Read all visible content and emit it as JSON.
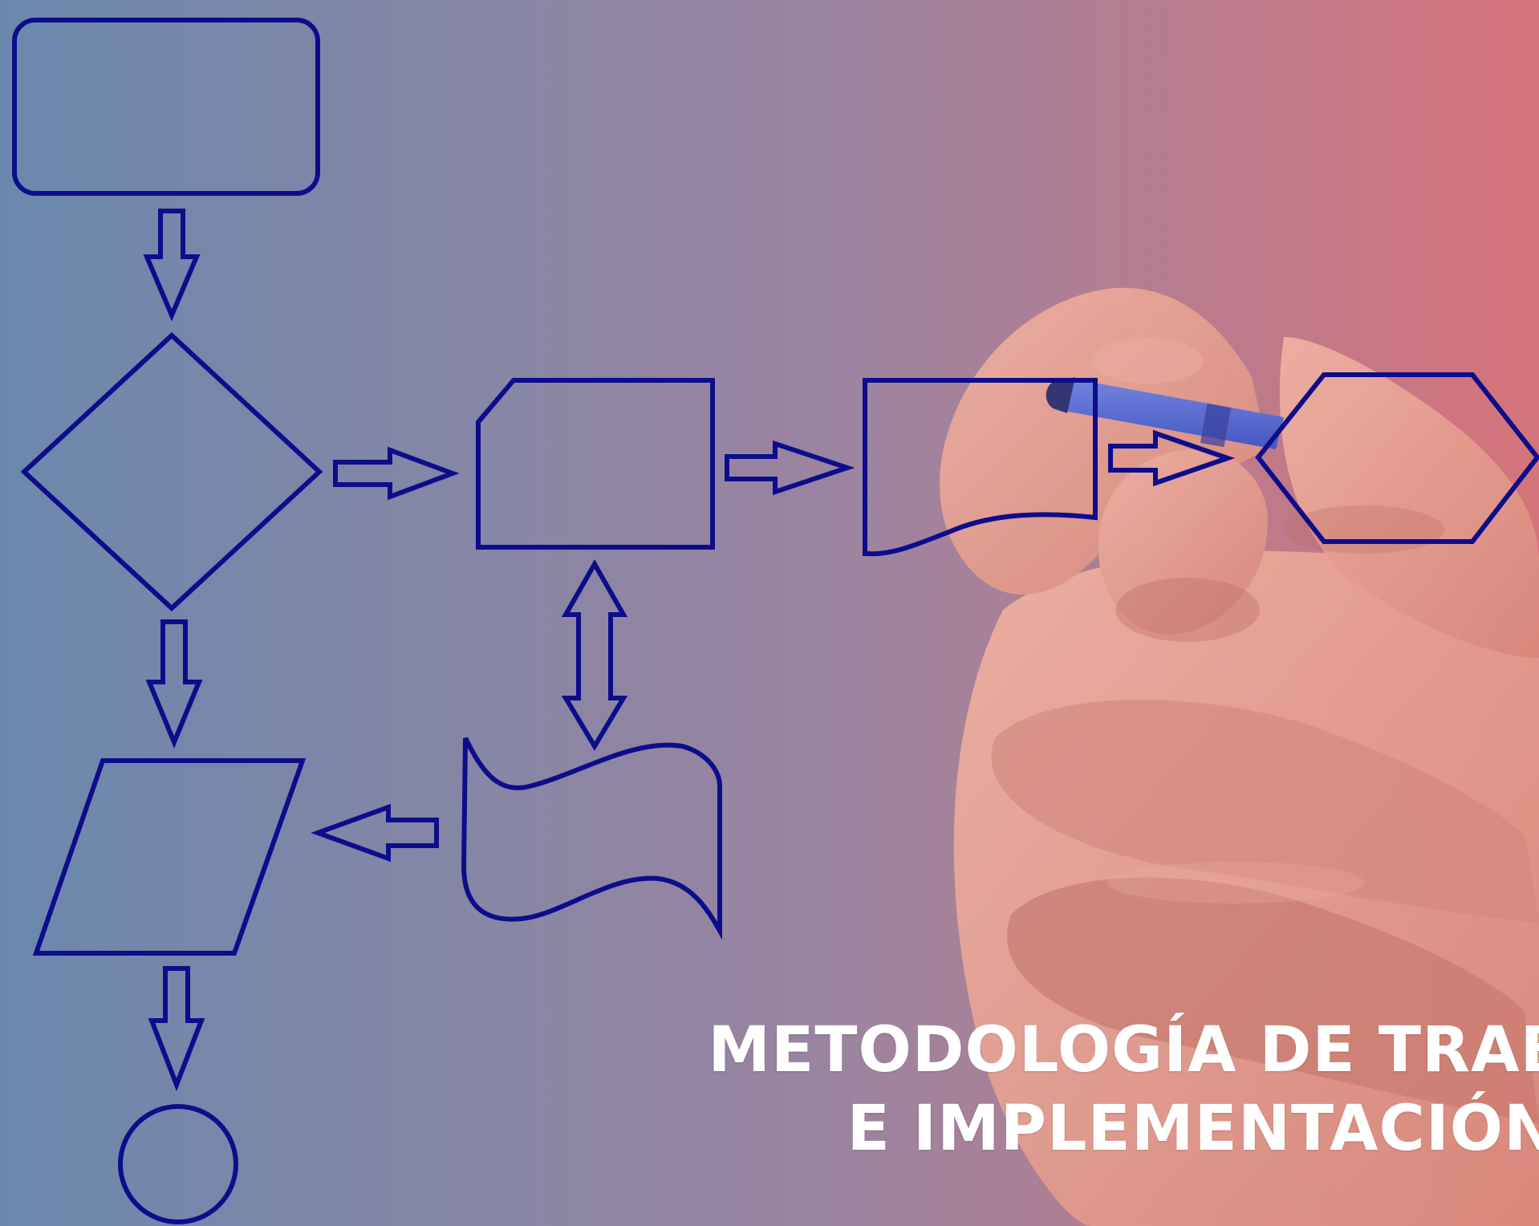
{
  "colors": {
    "gradient_left": "#6a88ad",
    "gradient_mid": "#9c84a0",
    "gradient_right": "#d5737a",
    "flowchart_stroke": "#0d0d8c",
    "headline_text": "#ffffff",
    "skin_base": "#d98a7c",
    "skin_shadow": "#b9675c",
    "skin_highlight": "#f0b3a3",
    "marker_blue": "#3b55c8",
    "marker_tip": "#2a2f6f"
  },
  "icons": {
    "flowchart": "flowchart-diagram-icon",
    "hand": "hand-holding-marker-image"
  },
  "headline": {
    "line1": "METODOLOGÍA DE TRABAJO",
    "line2": "E IMPLEMENTACIÓN"
  }
}
